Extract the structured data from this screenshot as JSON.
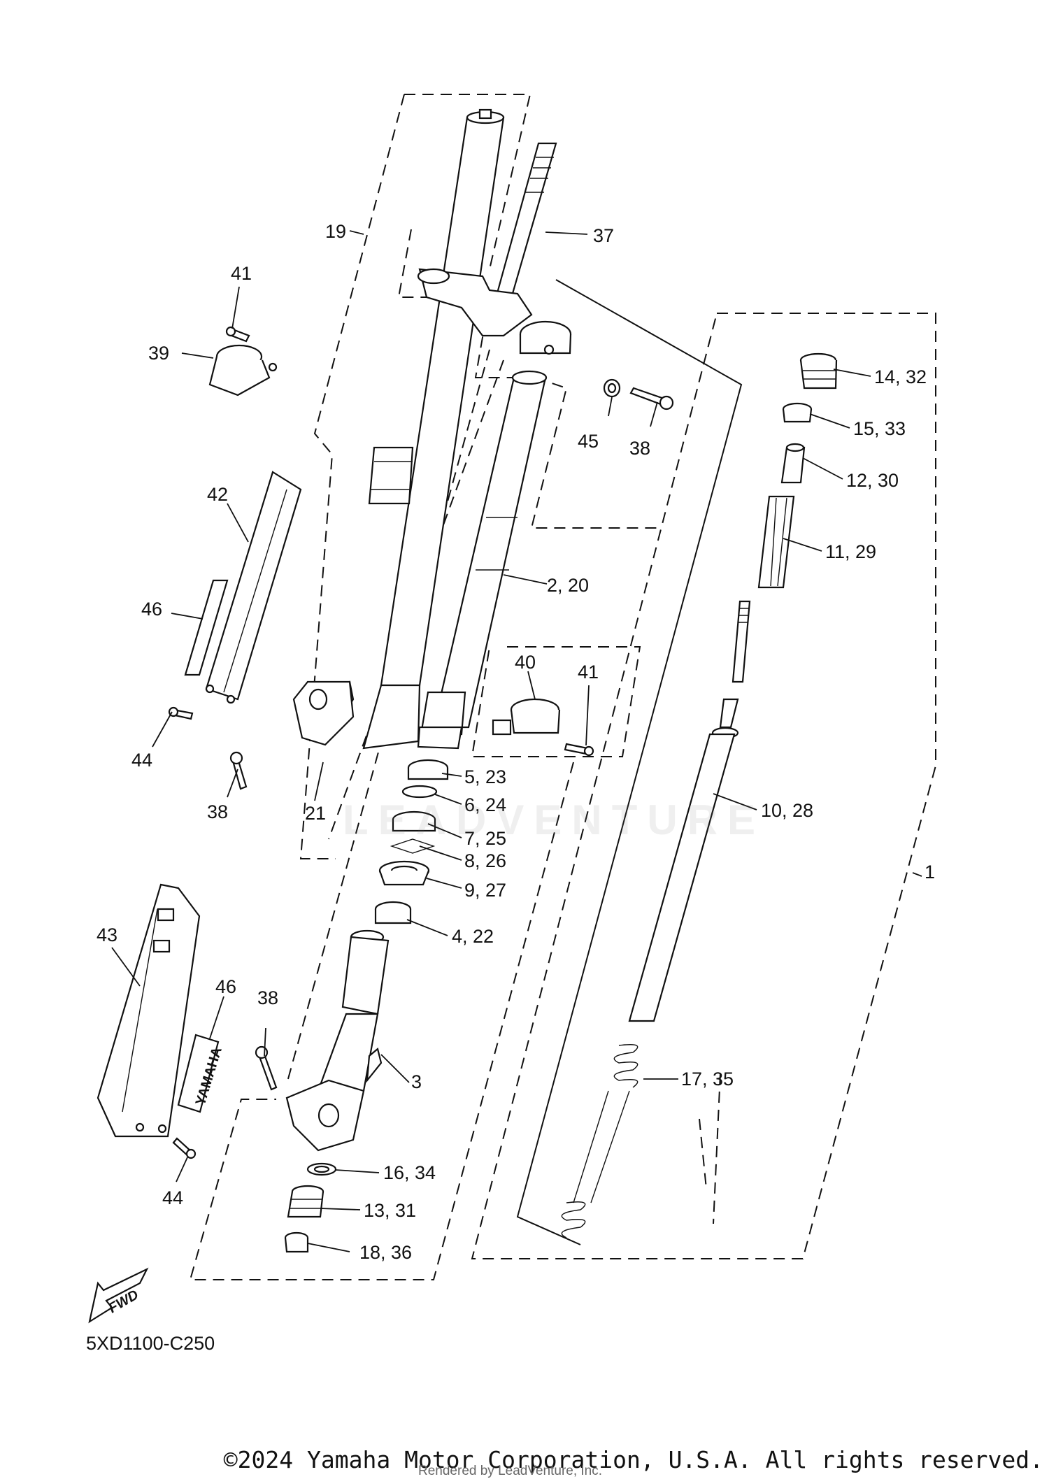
{
  "diagram": {
    "code": "5XD1100-C250",
    "fwd_label": "FWD",
    "brand_label": "YAMAHA",
    "watermark": "LEADVENTURE",
    "copyright": "©2024 Yamaha Motor Corporation, U.S.A. All rights reserved.",
    "render_credit": "Rendered by LeadVenture, Inc.",
    "callouts": {
      "c1": "1",
      "c2": "2, 20",
      "c3": "3",
      "c4": "4, 22",
      "c5": "5, 23",
      "c6": "6, 24",
      "c7": "7, 25",
      "c8": "8, 26",
      "c9": "9, 27",
      "c10": "10, 28",
      "c11": "11, 29",
      "c12": "12, 30",
      "c13": "13, 31",
      "c14": "14, 32",
      "c15": "15, 33",
      "c16": "16, 34",
      "c17": "17, 35",
      "c18": "18, 36",
      "c19": "19",
      "c21": "21",
      "c37": "37",
      "c38a": "38",
      "c38b": "38",
      "c38c": "38",
      "c39": "39",
      "c40": "40",
      "c41a": "41",
      "c41b": "41",
      "c42": "42",
      "c43": "43",
      "c44a": "44",
      "c44b": "44",
      "c45": "45",
      "c46a": "46",
      "c46b": "46"
    }
  }
}
